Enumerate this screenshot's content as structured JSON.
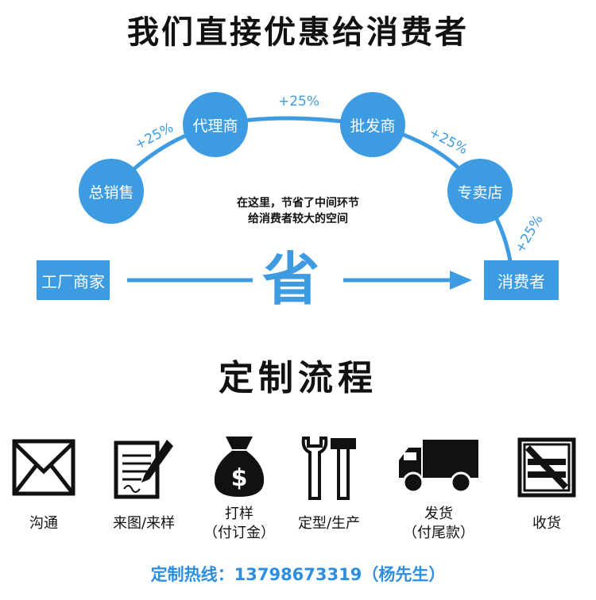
{
  "header": {
    "title": "我们直接优惠给消费者"
  },
  "chain": {
    "nodes": [
      "总销售",
      "代理商",
      "批发商",
      "专卖店"
    ],
    "markups": [
      "+25%",
      "+25%",
      "+25%",
      "+25%"
    ],
    "factory_label": "工厂商家",
    "consumer_label": "消费者",
    "save_char": "省",
    "savings_line1": "在这里，节省了中间环节",
    "savings_line2": "给消费者较大的空间",
    "colors": {
      "accent": "#3d9be2"
    }
  },
  "process": {
    "title": "定制流程",
    "steps": [
      {
        "icon": "envelope-icon",
        "line1": "沟通",
        "line2": ""
      },
      {
        "icon": "document-pen-icon",
        "line1": "来图/来样",
        "line2": ""
      },
      {
        "icon": "money-bag-icon",
        "line1": "打样",
        "line2": "（付订金）"
      },
      {
        "icon": "tools-icon",
        "line1": "定型/生产",
        "line2": ""
      },
      {
        "icon": "truck-icon",
        "line1": "发货",
        "line2": "（付尾款）"
      },
      {
        "icon": "crate-icon",
        "line1": "收货",
        "line2": ""
      }
    ]
  },
  "footer": {
    "hotline": "定制热线：13798673319（杨先生）"
  }
}
